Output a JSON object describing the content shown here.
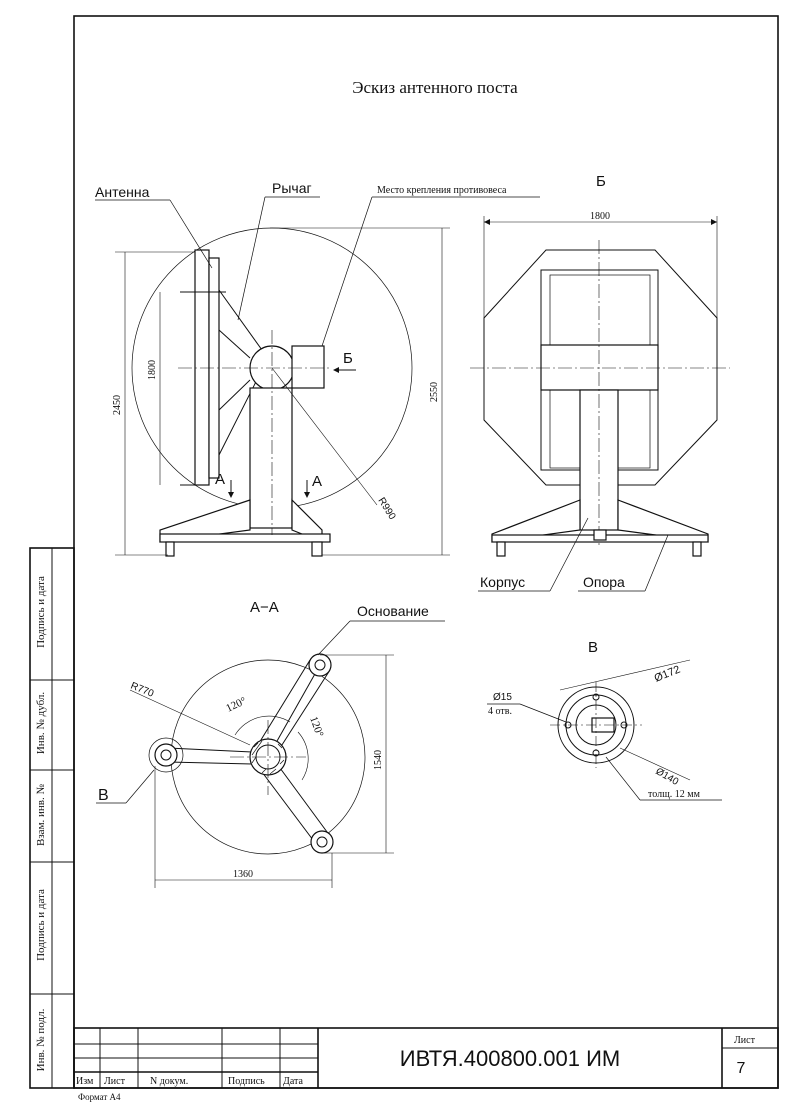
{
  "drawing": {
    "title": "Эскиз антенного поста",
    "labels": {
      "antenna": "Антенна",
      "lever": "Рычаг",
      "counterweight_mount": "Место крепления противовеса",
      "view_b": "Б",
      "view_b_arrow": "Б",
      "section_a_left": "А",
      "section_a_right": "А",
      "section_aa": "А−А",
      "base": "Основание",
      "body": "Корпус",
      "support": "Опора",
      "view_v": "В",
      "view_v_ref": "В"
    },
    "dimensions": {
      "side_total_height": "2450",
      "side_antenna_height": "1800",
      "side_overall_height": "2550",
      "swing_radius": "R990",
      "front_width": "1800",
      "aa_radius": "R770",
      "aa_angle_1": "120°",
      "aa_angle_2": "120°",
      "aa_height": "1540",
      "aa_width": "1360",
      "v_hole_dia": "Ø15",
      "v_hole_count": "4 отв.",
      "v_outer_dia": "Ø172",
      "v_bolt_circle": "Ø140",
      "v_thickness": "толщ. 12 мм"
    }
  },
  "sidebar": {
    "cells": [
      "Подпись и дата",
      "Инв. № дубл.",
      "Взам. инв. №",
      "Подпись и дата",
      "Инв. № подл."
    ]
  },
  "title_block": {
    "headers": [
      "Изм",
      "Лист",
      "N докум.",
      "Подпись",
      "Дата"
    ],
    "designation": "ИВТЯ.400800.001 ИМ",
    "sheet_label": "Лист",
    "sheet_number": "7",
    "format": "Формат А4"
  }
}
